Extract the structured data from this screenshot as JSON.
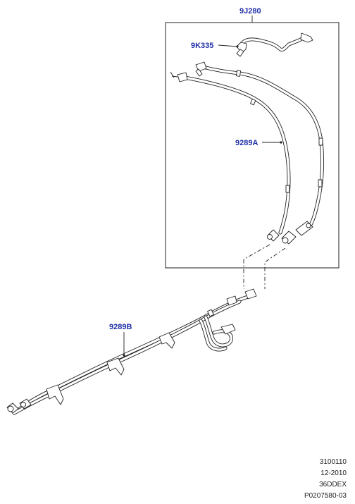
{
  "callouts": {
    "assembly": "9J280",
    "hose": "9K335",
    "pipe_a": "9289A",
    "pipe_b": "9289B"
  },
  "reference": {
    "line1": "3100110",
    "line2": "12-2010",
    "line3": "36DDEX",
    "line4": "P0207580-03"
  },
  "colors": {
    "callout": "#1f2fa8",
    "linework": "#222222"
  }
}
